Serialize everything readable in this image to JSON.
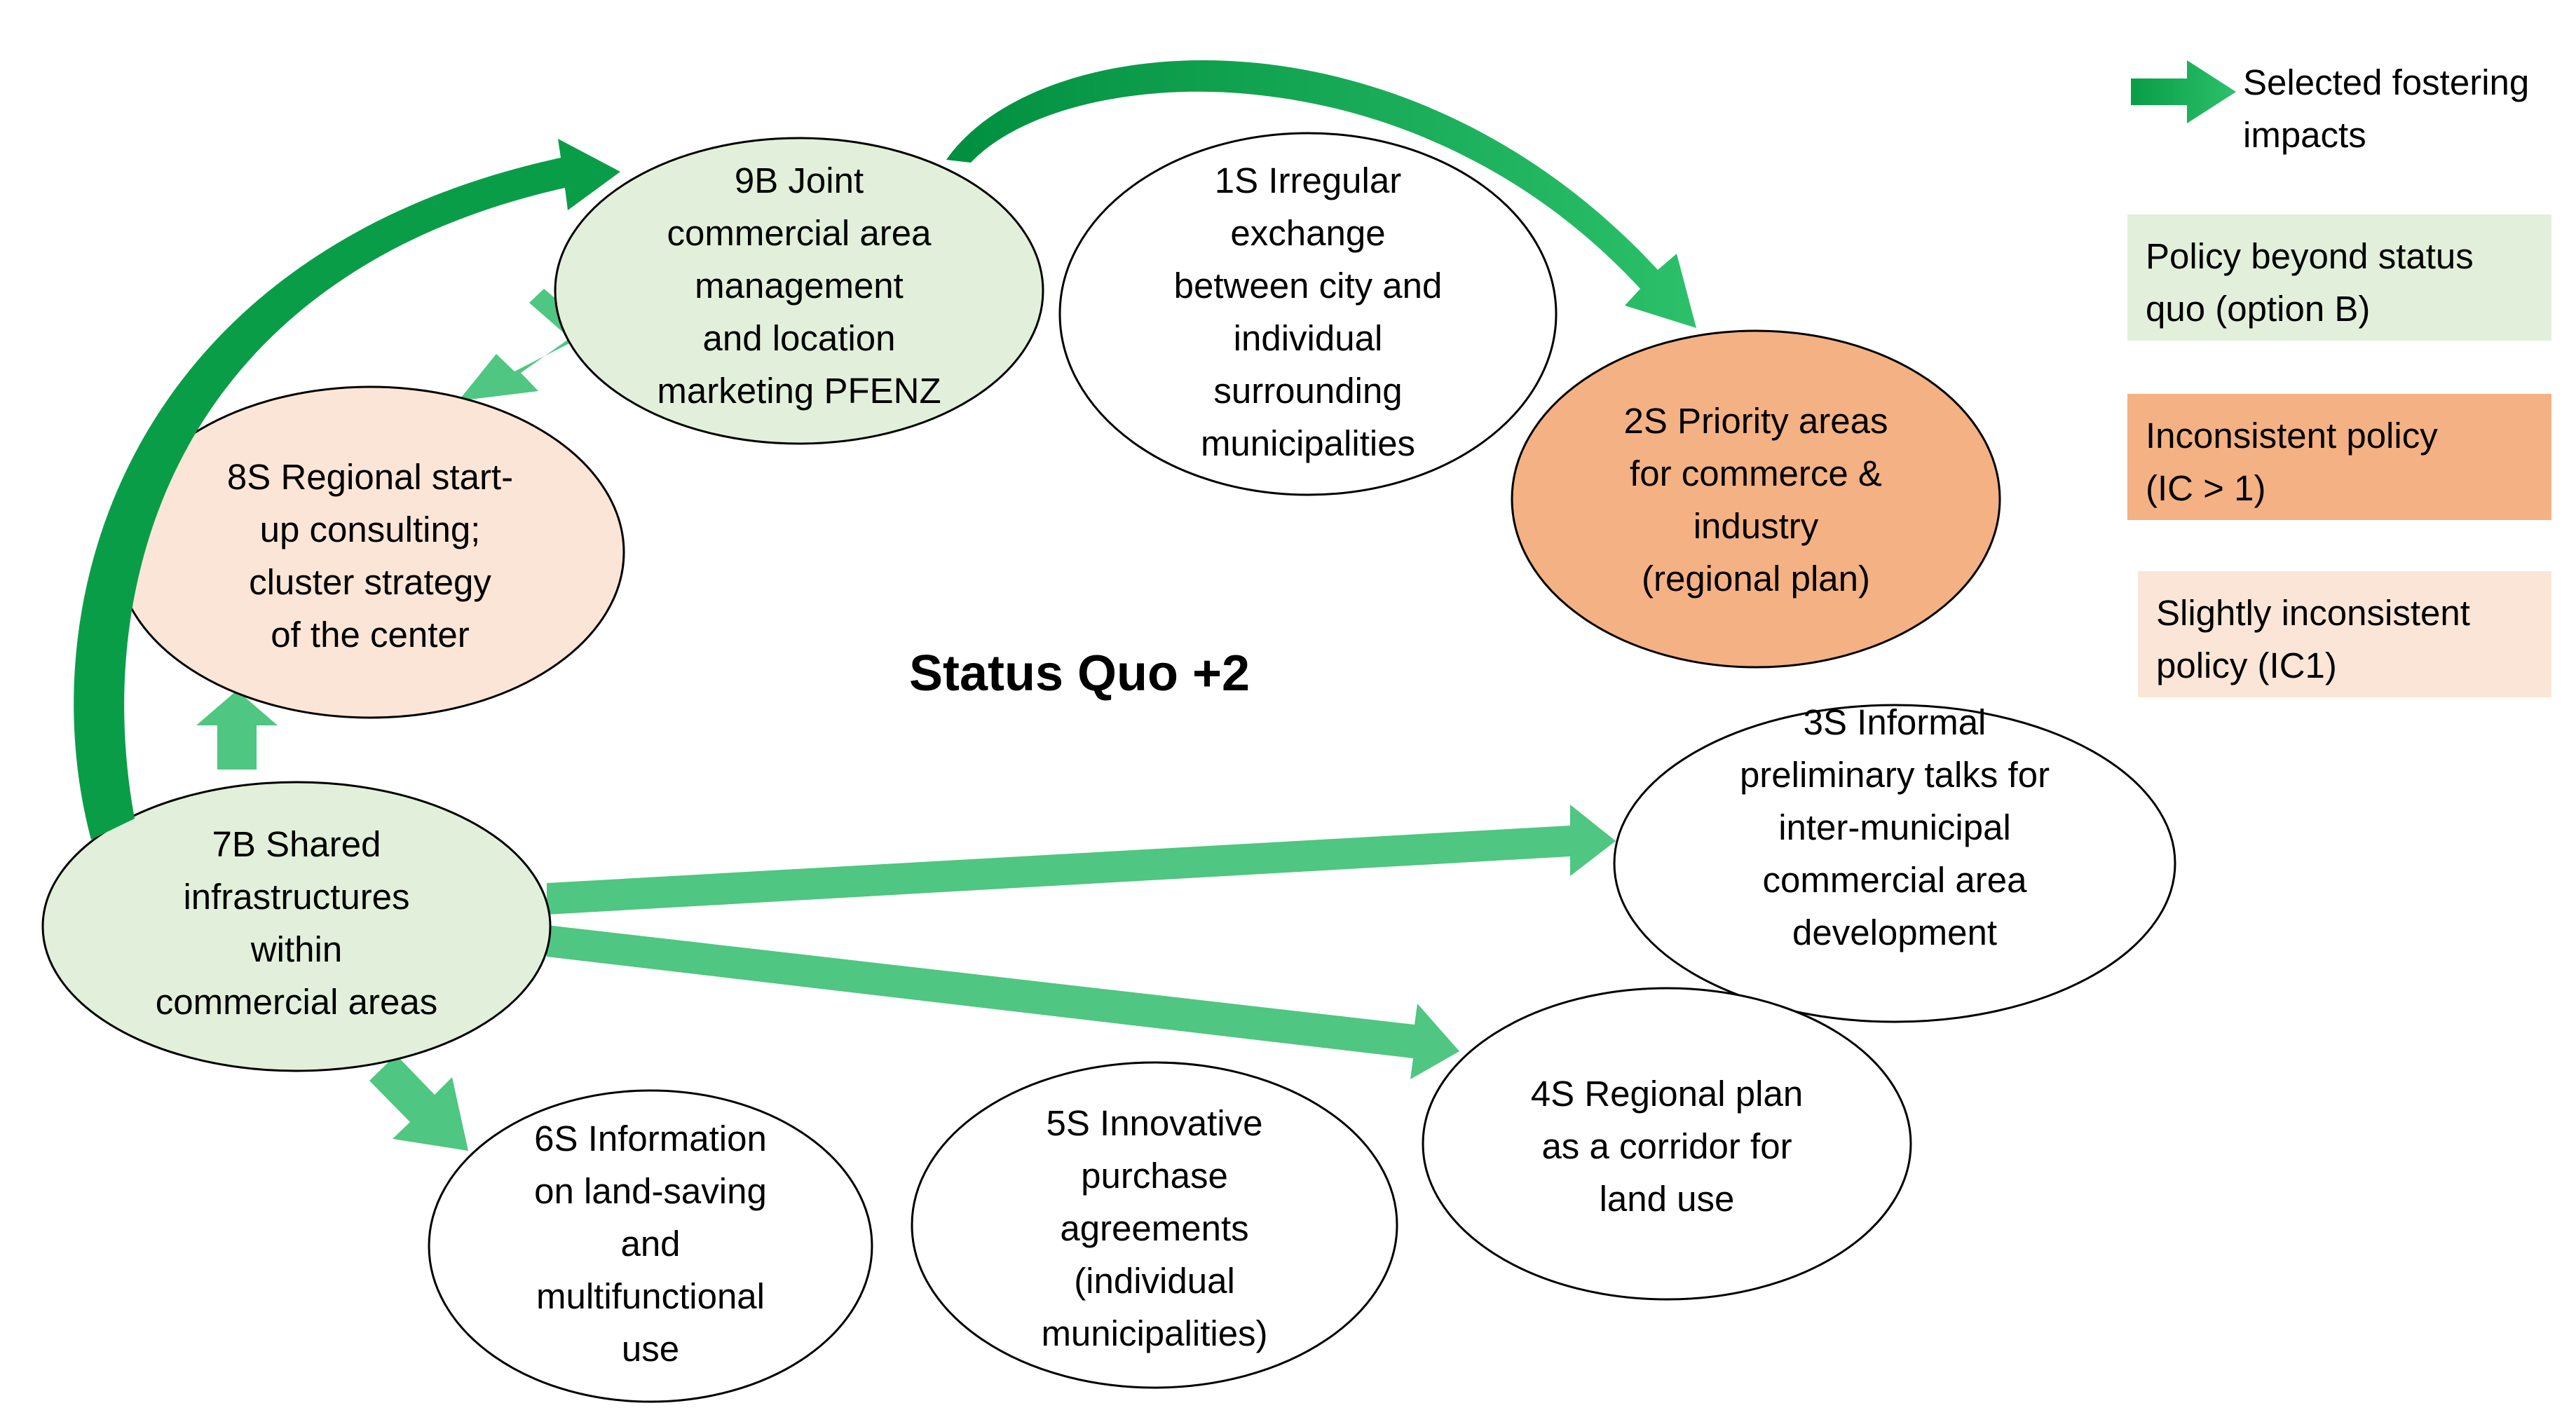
{
  "title": "Status Quo +2",
  "colors": {
    "policy_beyond": "#e2efda",
    "inconsistent": "#f4b183",
    "slightly_inconsistent": "#fbe5d6",
    "neutral": "#ffffff",
    "arrow_light": "#4fc681",
    "arrow_dark": "#00a54b"
  },
  "nodes": {
    "n9b": {
      "lines": [
        "9B Joint",
        "commercial area",
        "management",
        "and location",
        "marketing PFENZ"
      ],
      "category": "policy_beyond"
    },
    "n1s": {
      "lines": [
        "1S Irregular",
        "exchange",
        "between city and",
        "individual",
        "surrounding",
        "municipalities"
      ],
      "category": "neutral"
    },
    "n2s": {
      "lines": [
        "2S Priority areas",
        "for commerce &",
        "industry",
        "(regional plan)"
      ],
      "category": "inconsistent"
    },
    "n8s": {
      "lines": [
        "8S Regional start-",
        "up consulting;",
        "cluster strategy",
        "of the center"
      ],
      "category": "slightly_inconsistent"
    },
    "n7b": {
      "lines": [
        "7B Shared",
        "infrastructures",
        "within",
        "commercial areas"
      ],
      "category": "policy_beyond"
    },
    "n3s": {
      "lines": [
        "3S Informal",
        "preliminary talks for",
        "inter-municipal",
        "commercial area",
        "development"
      ],
      "category": "neutral"
    },
    "n4s": {
      "lines": [
        "4S Regional plan",
        "as a corridor for",
        "land use"
      ],
      "category": "neutral"
    },
    "n5s": {
      "lines": [
        "5S Innovative",
        "purchase",
        "agreements",
        "(individual",
        "municipalities)"
      ],
      "category": "neutral"
    },
    "n6s": {
      "lines": [
        "6S Information",
        "on land-saving",
        "and",
        "multifunctional",
        "use"
      ],
      "category": "neutral"
    }
  },
  "edges": [
    {
      "from": "7B",
      "to": "9B",
      "style": "selected"
    },
    {
      "from": "9B",
      "to": "2S",
      "style": "selected"
    },
    {
      "from": "9B",
      "to": "8S",
      "style": "plain"
    },
    {
      "from": "7B",
      "to": "8S",
      "style": "plain"
    },
    {
      "from": "7B",
      "to": "3S",
      "style": "plain"
    },
    {
      "from": "7B",
      "to": "4S",
      "style": "plain"
    },
    {
      "from": "7B",
      "to": "6S",
      "style": "plain"
    }
  ],
  "legend": {
    "arrow": {
      "lines": [
        "Selected fostering",
        "impacts"
      ]
    },
    "policy_beyond": {
      "lines": [
        "Policy beyond status",
        "quo (option B)"
      ]
    },
    "inconsistent": {
      "lines": [
        "Inconsistent policy",
        "(IC  > 1)"
      ]
    },
    "slightly_inconsistent": {
      "lines": [
        "Slightly inconsistent",
        "policy (IC1)"
      ]
    }
  }
}
